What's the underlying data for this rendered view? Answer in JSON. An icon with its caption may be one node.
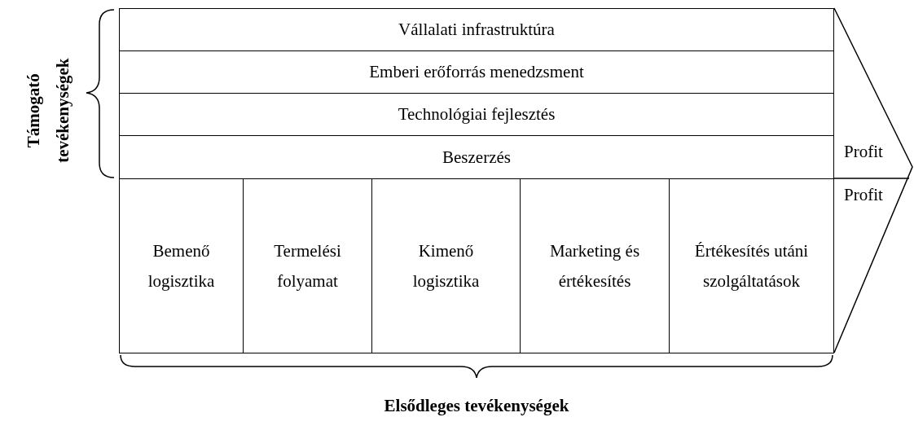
{
  "diagram": {
    "nodes": [
      {
        "text": [
          "Vállalati infrastruktúra"
        ]
      },
      {
        "text": [
          "Emberi erőforrás menedzsment"
        ]
      },
      {
        "text": [
          "Technológiai fejlesztés"
        ]
      },
      {
        "text": [
          "Beszerzés"
        ]
      },
      {
        "text": [
          "Bemenő logisztika"
        ]
      },
      {
        "text": [
          "Termelési folyamat"
        ]
      },
      {
        "text": [
          "Kimenő logisztika"
        ]
      },
      {
        "text": [
          "Marketing és értékesítés"
        ]
      },
      {
        "text": [
          "Értékesítés utáni szolgáltatások"
        ]
      }
    ],
    "labels": [
      "Támogató tevékenységek",
      "Profit",
      "Profit",
      "Elsődleges tevékenységek"
    ]
  }
}
